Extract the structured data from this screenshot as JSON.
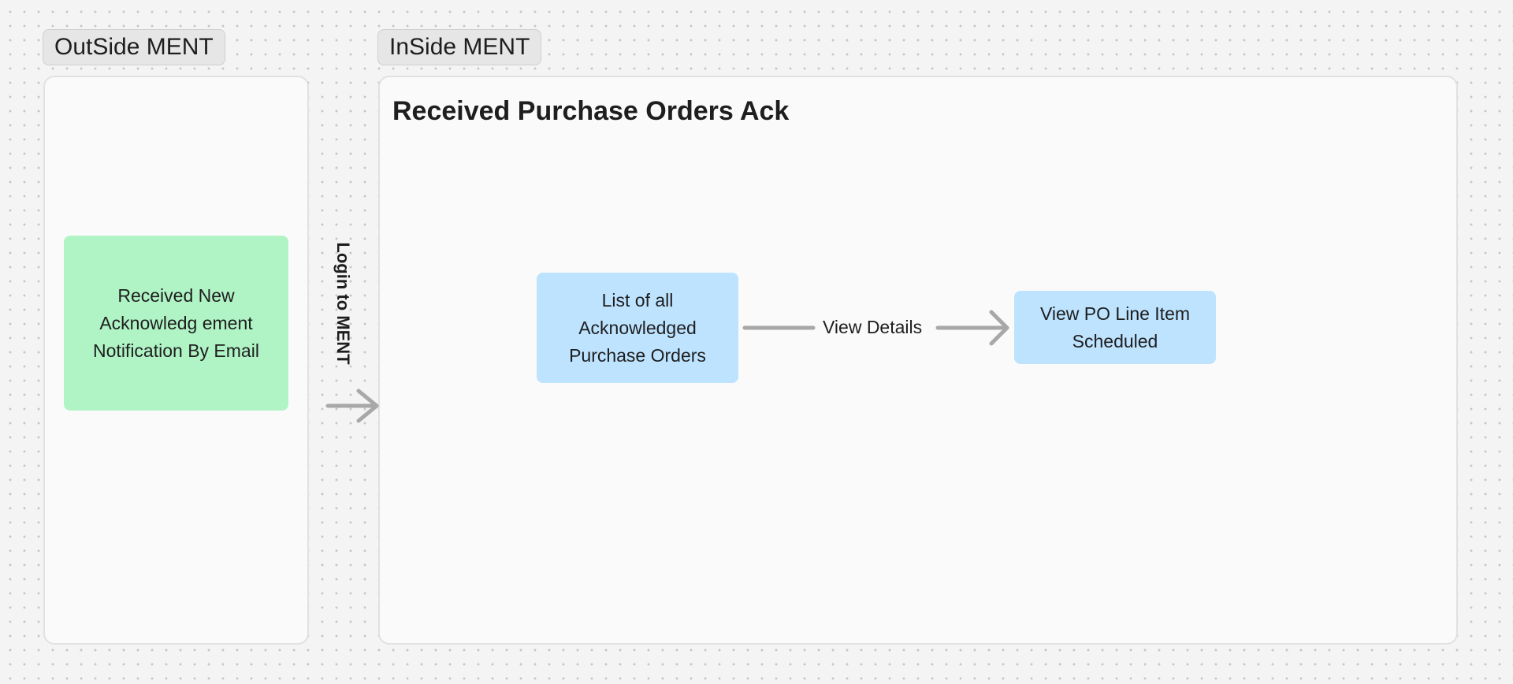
{
  "sections": {
    "outside": {
      "label": "OutSide MENT"
    },
    "inside": {
      "label": "InSide MENT",
      "title": "Received Purchase Orders Ack"
    }
  },
  "nodes": {
    "email_notification": {
      "text": "Received New Acknowledg ement Notification By Email",
      "color": "#b0f4c6"
    },
    "ack_po_list": {
      "text": "List of all Acknowledged Purchase Orders",
      "color": "#bde3ff"
    },
    "po_line_item": {
      "text": "View PO Line Item Scheduled",
      "color": "#bde3ff"
    }
  },
  "edges": {
    "login": {
      "label": "Login to MENT"
    },
    "view_details": {
      "label": "View Details"
    }
  },
  "colors": {
    "connector": "#a8a8a8",
    "section_border": "#e1e1e1"
  }
}
